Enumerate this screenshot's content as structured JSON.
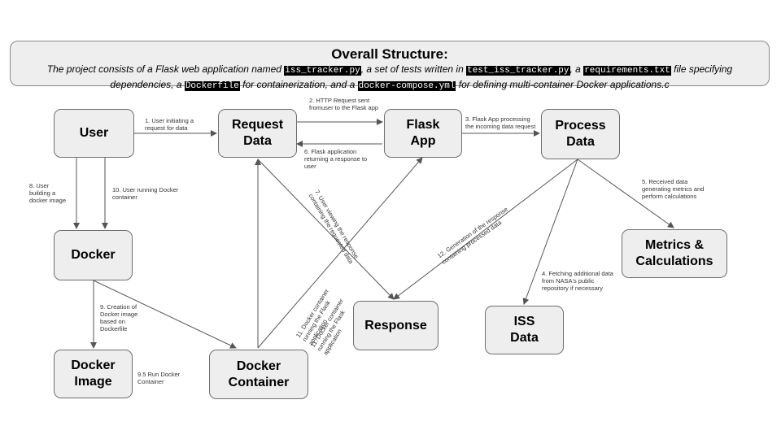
{
  "header": {
    "title": "Overall Structure:",
    "t1": "The project consists of a Flask web application named ",
    "c1": "iss_tracker.py",
    "t2": ", a set of tests written in ",
    "c2": "test_iss_tracker.py",
    "t3": ", a ",
    "c3": "requirements.txt",
    "t4": " file specifying dependencies, a ",
    "c4": "Dockerfile",
    "t5": " for containerization, and a ",
    "c5": "docker-compose.yml",
    "t6": " for defining multi-container Docker applications.c"
  },
  "nodes": {
    "user": "User",
    "request_l1": "Request",
    "request_l2": "Data",
    "flask_l1": "Flask",
    "flask_l2": "App",
    "process_l1": "Process",
    "process_l2": "Data",
    "docker": "Docker",
    "metrics_l1": "Metrics &",
    "metrics_l2": "Calculations",
    "response": "Response",
    "iss_l1": "ISS",
    "iss_l2": "Data",
    "image_l1": "Docker",
    "image_l2": "Image",
    "container_l1": "Docker",
    "container_l2": "Container"
  },
  "edges": {
    "e1": "1. User initiating a request for data",
    "e2": "2. HTTP Request sent fromuser to the Flask app",
    "e3": "3. Flask App processing the incoming data request",
    "e4": "4. Fetching additional data from NASA's public repository if necessary",
    "e5": "5. Received data generating metrics and perform calculations",
    "e6": "6. Flask application returning a response to user",
    "e7": "7. User viewing the response containing the requested data",
    "e8": "8. User building a docker image",
    "e9": "9. Creation of Docker image based on Dockerfile",
    "e95": "9.5 Run Docker Container",
    "e10": "10. User running Docker container",
    "e11a": "11. Docker container running the Flask application",
    "e11b": "11. Docker container running the Flask application",
    "e12": "12. Generation of the response containing processed data"
  }
}
